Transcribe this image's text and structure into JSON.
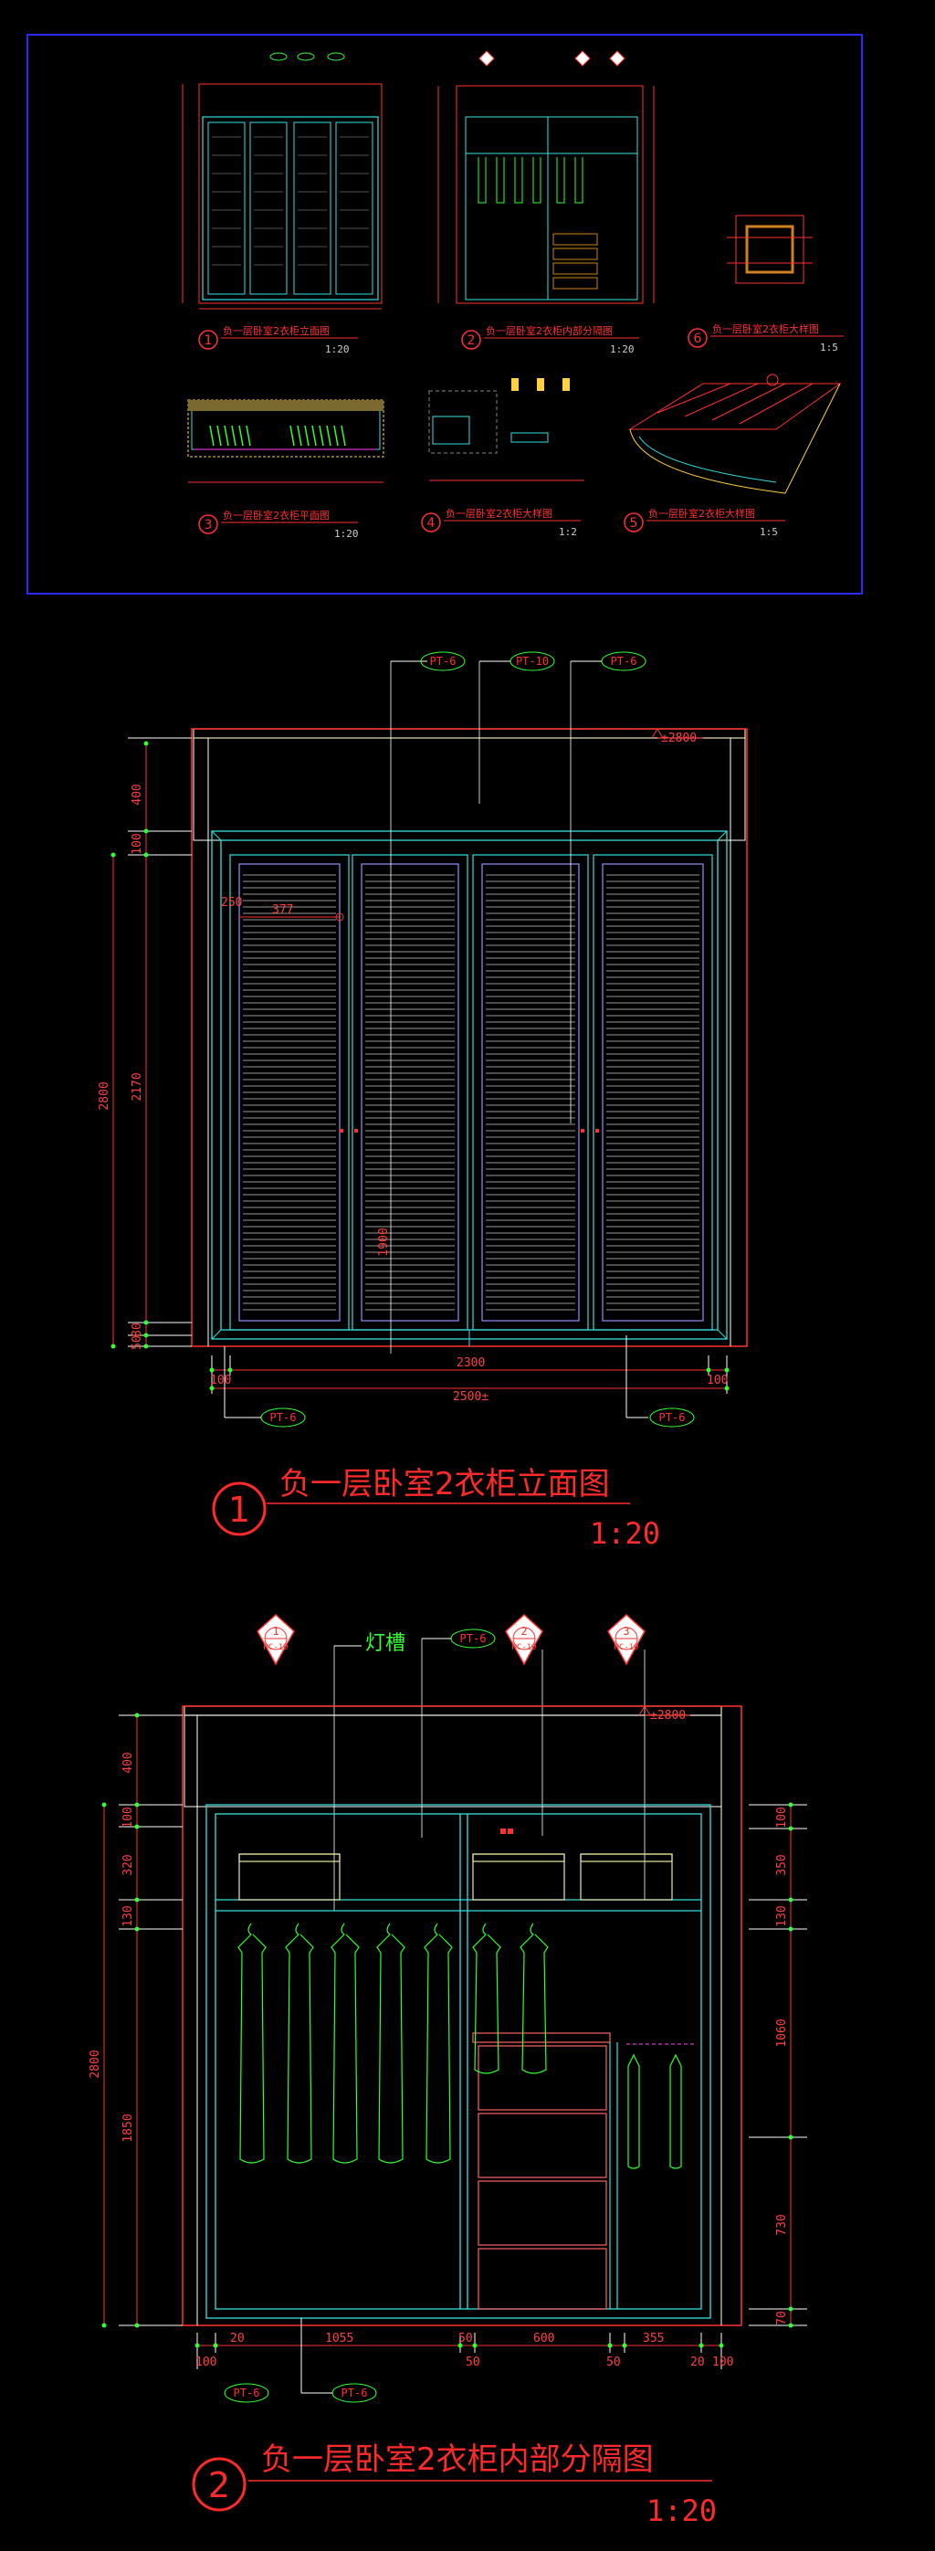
{
  "thumbnail": {
    "views": [
      {
        "num": "1",
        "title": "负一层卧室2衣柜立面图",
        "scale": "1:20"
      },
      {
        "num": "2",
        "title": "负一层卧室2衣柜内部分隔图",
        "scale": "1:20"
      },
      {
        "num": "6",
        "title": "负一层卧室2衣柜大样图",
        "scale": "1:5"
      },
      {
        "num": "3",
        "title": "负一层卧室2衣柜平面图",
        "scale": "1:20"
      },
      {
        "num": "4",
        "title": "负一层卧室2衣柜大样图",
        "scale": "1:2"
      },
      {
        "num": "5",
        "title": "负一层卧室2衣柜大样图",
        "scale": "1:5"
      }
    ]
  },
  "elevation": {
    "tags_top": [
      "PT-6",
      "PT-10",
      "PT-6"
    ],
    "level_mark": "±2800",
    "left_dims": [
      "400",
      "100",
      "2170",
      "80",
      "50"
    ],
    "overall_height": "2800",
    "door_height": "1900",
    "small_dims": [
      "250",
      "377"
    ],
    "bottom_dims": [
      "100",
      "2300",
      "100"
    ],
    "overall_width": "2500±",
    "tags_bottom": [
      "PT-6",
      "PT-6"
    ],
    "title_num": "1",
    "title": "负一层卧室2衣柜立面图",
    "scale": "1:20"
  },
  "interior": {
    "section_marks": [
      "1",
      "2",
      "3"
    ],
    "section_sub": "NC-10",
    "light_slot": "灯槽",
    "tag_top": "PT-6",
    "level_mark": "±2800",
    "left_dims": [
      "400",
      "100",
      "320",
      "130",
      "1850"
    ],
    "overall_height": "2800",
    "right_dims": [
      "100",
      "350",
      "130",
      "1060",
      "730",
      "70"
    ],
    "bottom_dims": [
      "20",
      "1055",
      "50",
      "600",
      "355",
      "20"
    ],
    "bottom_sub": [
      "100",
      "50",
      "50",
      "100"
    ],
    "tags_bottom": [
      "PT-6",
      "PT-6"
    ],
    "title_num": "2",
    "title": "负一层卧室2衣柜内部分隔图",
    "scale": "1:20"
  }
}
